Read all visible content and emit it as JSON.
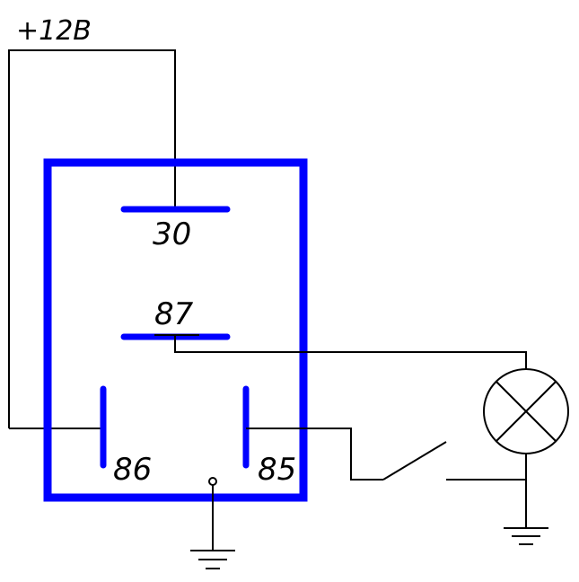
{
  "diagram": {
    "supply_label": "+12В",
    "pins": {
      "p30": "30",
      "p87": "87",
      "p86": "86",
      "p85": "85"
    },
    "colors": {
      "relay": "#0000ff",
      "wire": "#000000",
      "background": "#ffffff"
    },
    "components": {
      "relay": "relay-icon",
      "lamp": "lamp-icon",
      "switch": "switch-icon",
      "ground": "ground-icon"
    }
  }
}
